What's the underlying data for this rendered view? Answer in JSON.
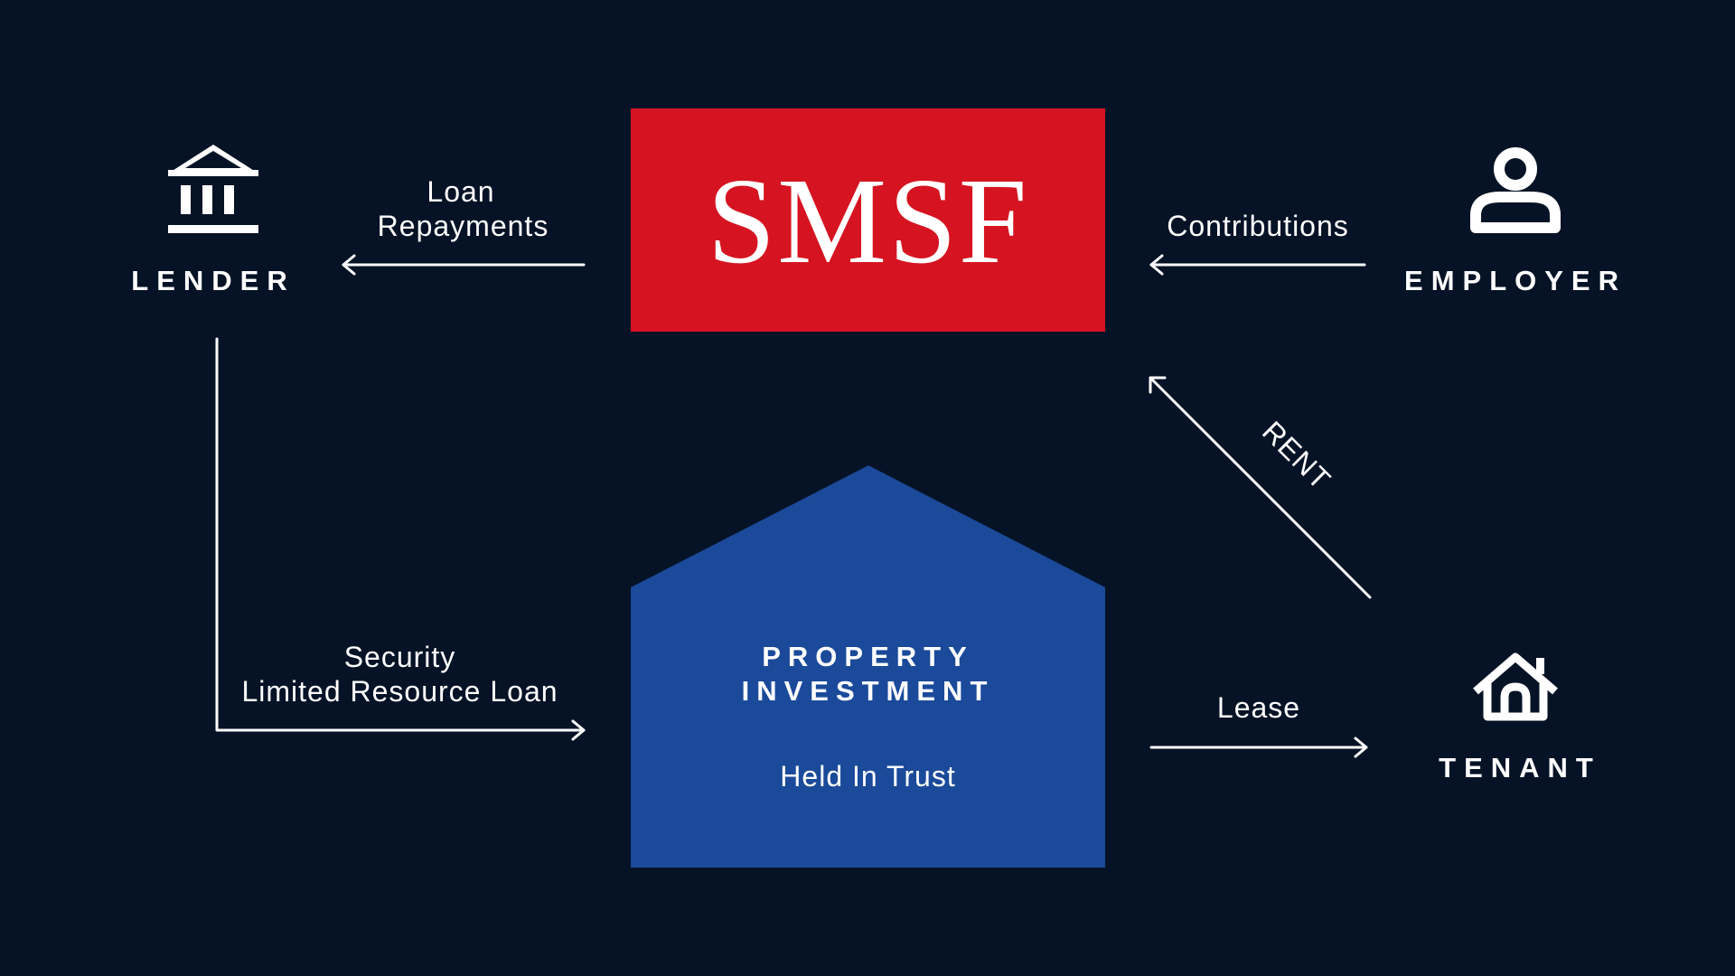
{
  "smsf": {
    "title": "SMSF",
    "color": "#d61421"
  },
  "property": {
    "title_line1": "PROPERTY",
    "title_line2": "INVESTMENT",
    "subtitle": "Held In Trust",
    "color": "#1b4a9a"
  },
  "entities": {
    "lender": {
      "label": "LENDER",
      "icon": "bank-icon"
    },
    "employer": {
      "label": "EMPLOYER",
      "icon": "person-icon"
    },
    "tenant": {
      "label": "TENANT",
      "icon": "house-icon"
    }
  },
  "flows": {
    "loan_repayments": {
      "line1": "Loan",
      "line2": "Repayments"
    },
    "contributions": {
      "label": "Contributions"
    },
    "rent": {
      "label": "RENT"
    },
    "security_loan": {
      "line1": "Security",
      "line2": "Limited Resource Loan"
    },
    "lease": {
      "label": "Lease"
    }
  },
  "colors": {
    "background": "#061326",
    "foreground": "#ffffff"
  }
}
